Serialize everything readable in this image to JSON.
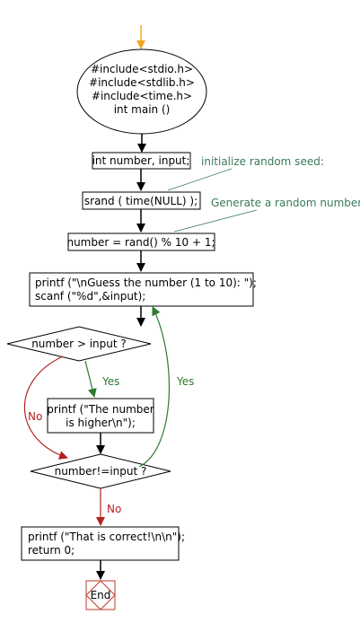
{
  "start": {
    "lines": [
      "#include<stdio.h>",
      "#include<stdlib.h>",
      "#include<time.h>",
      "int main ()"
    ]
  },
  "steps": {
    "declare": "int number, input;",
    "seed": "srand ( time(NULL) );",
    "random": "number = rand() % 10 + 1;",
    "prompt_lines": [
      "printf (\"\\nGuess the number (1 to 10): \");",
      "scanf (\"%d\",&input);"
    ],
    "higher_lines": [
      "printf (\"The number",
      "is higher\\n\");"
    ],
    "correct_lines": [
      "printf (\"That is correct!\\n\\n\");",
      "return 0;"
    ]
  },
  "decisions": {
    "greater": "number > input ?",
    "not_equal": "number!=input ?"
  },
  "notes": {
    "seed_note": "initialize random seed:",
    "random_note": "Generate a random number:"
  },
  "branch_labels": {
    "yes_higher": "Yes",
    "no_greater": "No",
    "yes_loop": "Yes",
    "no_exit": "No"
  },
  "end_label": "End",
  "colors": {
    "start_arrow": "#f5a623",
    "flow": "#000000",
    "yes_edge": "#2f7a2f",
    "no_edge": "#b22222",
    "note_line": "#3a7a5a",
    "end_border": "#c0392b"
  }
}
